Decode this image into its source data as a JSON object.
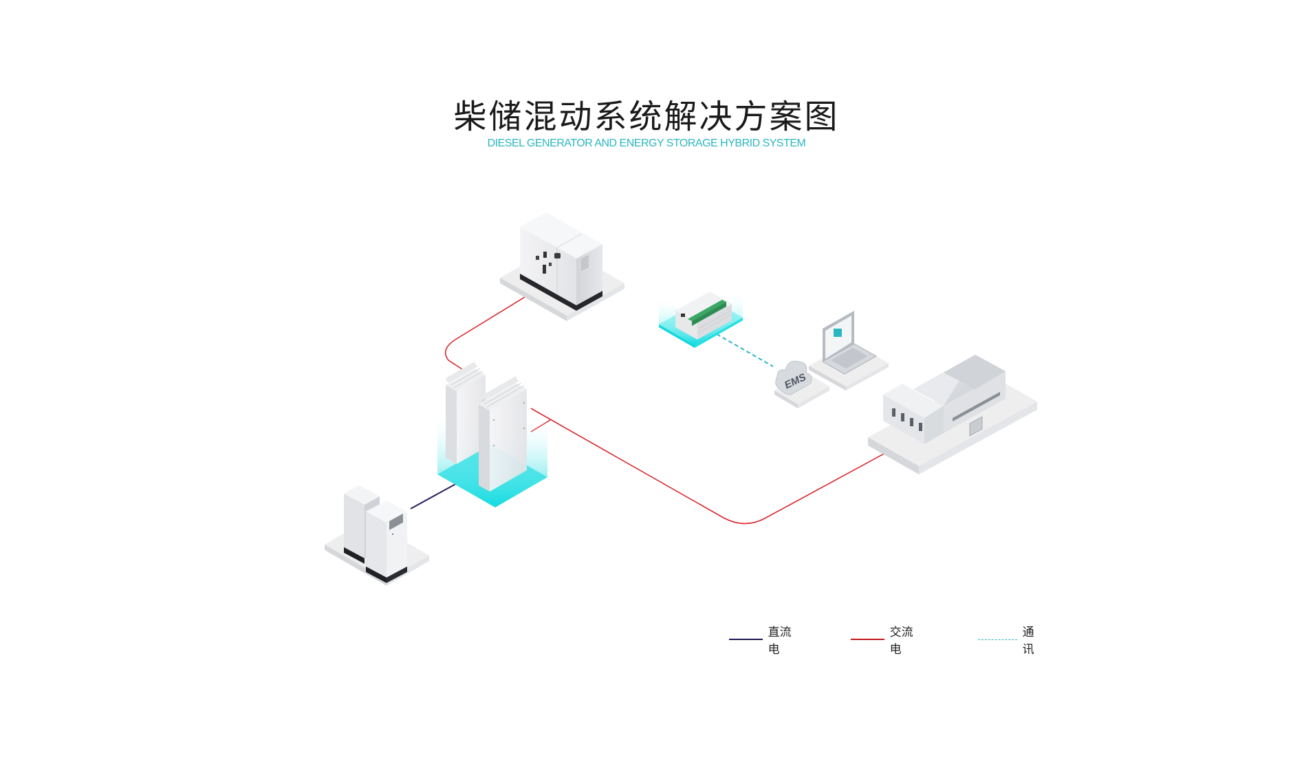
{
  "header": {
    "title": "柴储混动系统解决方案图",
    "subtitle": "DIESEL GENERATOR AND ENERGY STORAGE HYBRID SYSTEM"
  },
  "colors": {
    "title": "#1a1a1a",
    "subtitle": "#2bb6c2",
    "dc_line": "#1a1850",
    "ac_line": "#d9252b",
    "comm_line": "#2bb6c2",
    "glow": "#19dde0",
    "platform": "#ececec"
  },
  "nodes": {
    "generator": {
      "name": "diesel-generator"
    },
    "pcs_controller": {
      "name": "controller-module"
    },
    "ems": {
      "name": "ems-cloud",
      "label": "EMS"
    },
    "laptop": {
      "name": "monitoring-laptop"
    },
    "energy_storage": {
      "name": "energy-storage-cabinets"
    },
    "battery_cabinets": {
      "name": "battery-cabinets"
    },
    "factory": {
      "name": "factory-load"
    }
  },
  "connections": [
    {
      "from": "generator",
      "to": "energy_storage",
      "type": "ac"
    },
    {
      "from": "energy_storage",
      "to": "factory",
      "type": "ac"
    },
    {
      "from": "battery_cabinets",
      "to": "energy_storage",
      "type": "dc"
    },
    {
      "from": "pcs_controller",
      "to": "ems",
      "type": "comm"
    }
  ],
  "legend": [
    {
      "type": "dc",
      "label": "直流电"
    },
    {
      "type": "ac",
      "label": "交流电"
    },
    {
      "type": "comm",
      "label": "通讯"
    }
  ]
}
